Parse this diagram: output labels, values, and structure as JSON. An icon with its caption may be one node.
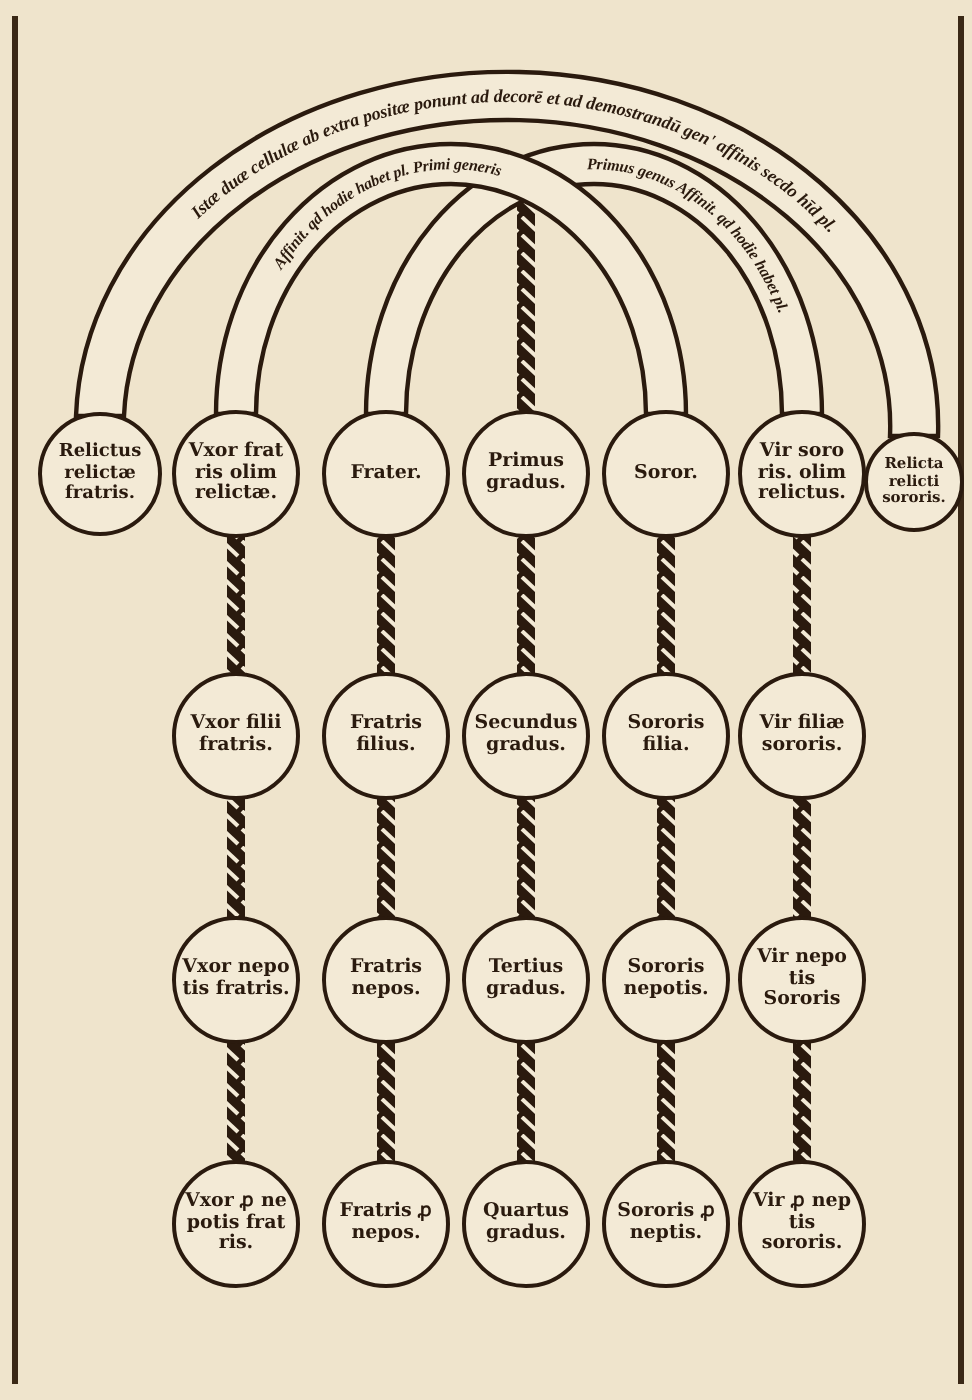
{
  "diagram": {
    "nodes": [
      {
        "text": [
          "Relictus relictæ fratris."
        ]
      },
      {
        "text": [
          "Vxor frat ris olim relictæ."
        ]
      },
      {
        "text": [
          "Frater."
        ]
      },
      {
        "text": [
          "Primus gradus."
        ]
      },
      {
        "text": [
          "Soror."
        ]
      },
      {
        "text": [
          "Vir soro ris. olim relictus."
        ]
      },
      {
        "text": [
          "Relicta relicti sororis."
        ]
      },
      {
        "text": [
          "Vxor filii fratris."
        ]
      },
      {
        "text": [
          "Fratris filius."
        ]
      },
      {
        "text": [
          "Secundus gradus."
        ]
      },
      {
        "text": [
          "Sororis filia."
        ]
      },
      {
        "text": [
          "Vir filiæ sororis."
        ]
      },
      {
        "text": [
          "Vxor nepo tis fratris."
        ]
      },
      {
        "text": [
          "Fratris nepos."
        ]
      },
      {
        "text": [
          "Tertius gradus."
        ]
      },
      {
        "text": [
          "Sororis nepotis."
        ]
      },
      {
        "text": [
          "Vir nepo tis Sororis"
        ]
      },
      {
        "text": [
          "Vxor ꝓ ne potis frat ris."
        ]
      },
      {
        "text": [
          "Fratris ꝓ nepos."
        ]
      },
      {
        "text": [
          "Quartus gradus."
        ]
      },
      {
        "text": [
          "Sororis ꝓ neptis."
        ]
      },
      {
        "text": [
          "Vir ꝓ nep tis sororis."
        ]
      }
    ],
    "edges": [
      {
        "from": 0,
        "to": 6,
        "arrow": "none",
        "label": "Istæ duæ cellulæ ab extra positæ ponunt ad decorē et ad demostrandū gen' affinis secdo hīd pl."
      },
      {
        "from": 1,
        "to": 4,
        "arrow": "none",
        "label": "Affinit. qd hodie habet pl. Primi generis"
      },
      {
        "from": 2,
        "to": 5,
        "arrow": "none",
        "label": "Primus genus Affinit. qd hodie habet pl."
      },
      {
        "from": 3,
        "to": null,
        "arrow": "none"
      },
      {
        "from": 1,
        "to": 7,
        "arrow": "none"
      },
      {
        "from": 2,
        "to": 8,
        "arrow": "none"
      },
      {
        "from": 3,
        "to": 9,
        "arrow": "none"
      },
      {
        "from": 4,
        "to": 10,
        "arrow": "none"
      },
      {
        "from": 5,
        "to": 11,
        "arrow": "none"
      },
      {
        "from": 7,
        "to": 12,
        "arrow": "none"
      },
      {
        "from": 8,
        "to": 13,
        "arrow": "none"
      },
      {
        "from": 9,
        "to": 14,
        "arrow": "none"
      },
      {
        "from": 10,
        "to": 15,
        "arrow": "none"
      },
      {
        "from": 11,
        "to": 16,
        "arrow": "none"
      },
      {
        "from": 12,
        "to": 17,
        "arrow": "none"
      },
      {
        "from": 13,
        "to": 18,
        "arrow": "none"
      },
      {
        "from": 14,
        "to": 19,
        "arrow": "none"
      },
      {
        "from": 15,
        "to": 20,
        "arrow": "none"
      },
      {
        "from": 16,
        "to": 21,
        "arrow": "none"
      }
    ]
  }
}
